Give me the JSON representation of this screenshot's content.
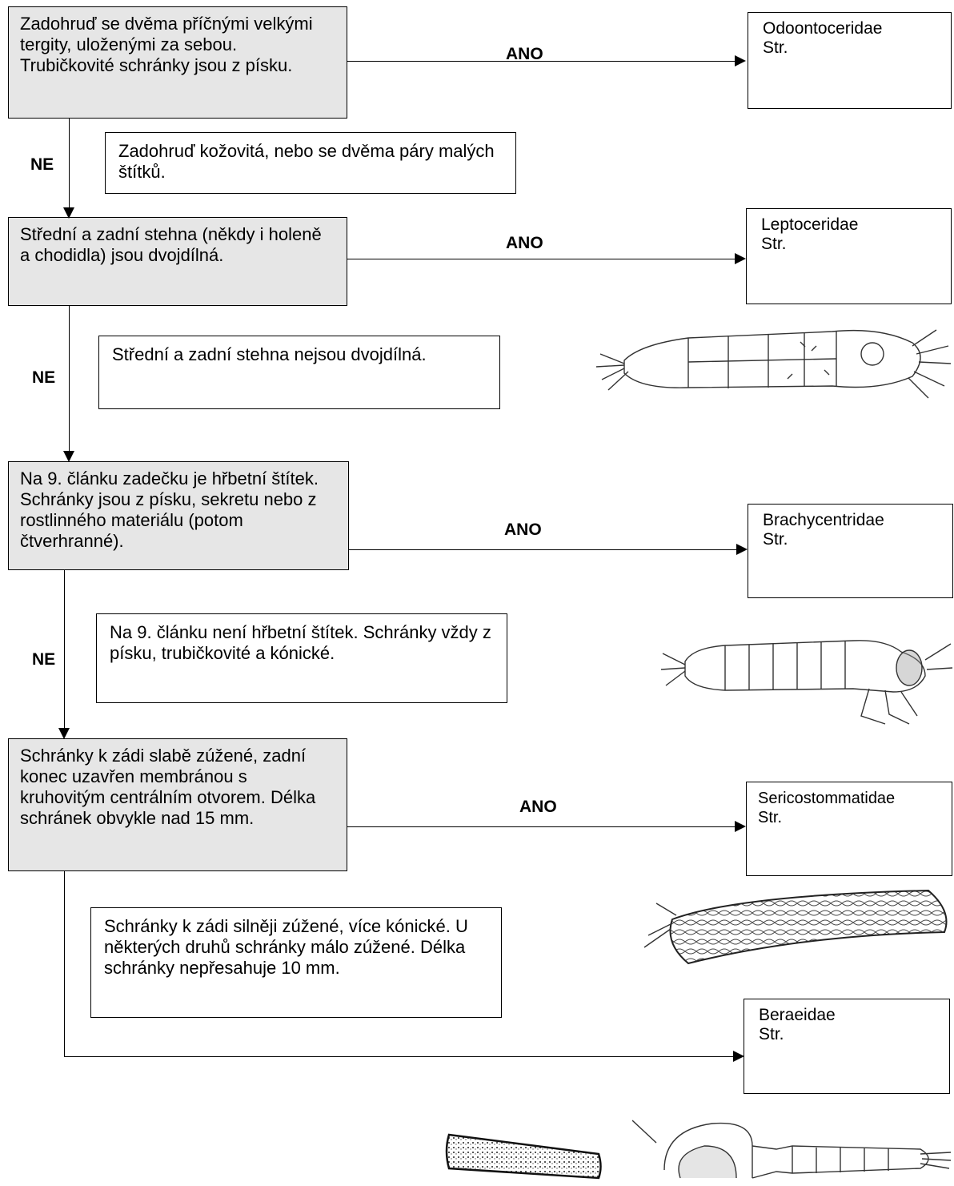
{
  "questions": [
    {
      "text": "Zadohruď se dvěma příčnými velkými tergity, uloženými za sebou. Trubičkovité schránky jsou z písku."
    },
    {
      "text": "Střední a zadní stehna (někdy i holeně a chodidla) jsou dvojdílná."
    },
    {
      "text": "Na 9. článku zadečku je hřbetní štítek. Schránky jsou z písku, sekretu nebo z rostlinného materiálu (potom čtverhranné)."
    },
    {
      "text": "Schránky k zádi slabě zúžené, zadní konec uzavřen membránou s kruhovitým centrálním otvorem. Délka schránek obvykle nad 15 mm."
    }
  ],
  "alternatives": [
    {
      "text": "Zadohruď kožovitá, nebo se dvěma páry malých štítků."
    },
    {
      "text": "Střední a zadní stehna nejsou dvojdílná."
    },
    {
      "text": "Na 9. článku není hřbetní štítek. Schránky vždy z písku, trubičkovité a kónické."
    },
    {
      "text": "Schránky k zádi silněji zúžené, více kónické. U některých druhů schránky málo zúžené. Délka schránky nepřesahuje 10 mm."
    }
  ],
  "results": [
    {
      "name": "Odoontoceridae",
      "ref": "Str."
    },
    {
      "name": "Leptoceridae",
      "ref": "Str."
    },
    {
      "name": "Brachycentridae",
      "ref": "Str."
    },
    {
      "name": "Sericostommatidae",
      "ref": "Str."
    },
    {
      "name": "Beraeidae",
      "ref": "Str."
    }
  ],
  "labels": {
    "yes": "ANO",
    "no": "NE"
  }
}
